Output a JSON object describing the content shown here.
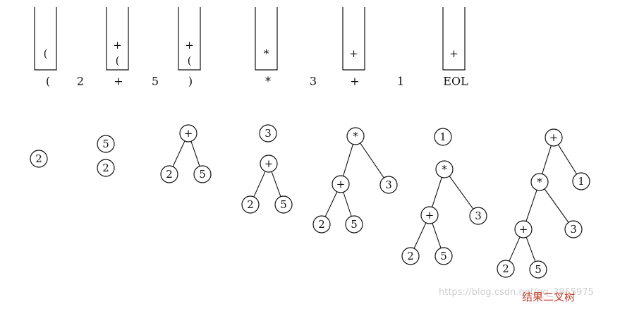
{
  "stacks": [
    {
      "items": [
        "("
      ]
    },
    {
      "items": [
        "+",
        "("
      ]
    },
    {
      "items": [
        "+",
        "("
      ]
    },
    {
      "items": [
        "*"
      ]
    },
    {
      "items": [
        "+"
      ]
    },
    {
      "items": [
        "+"
      ]
    }
  ],
  "tokens": [
    "(",
    "2",
    "+",
    "5",
    ")",
    "*",
    "3",
    "+",
    "1",
    "EOL"
  ],
  "forests": [
    [
      {
        "label": "2",
        "children": []
      }
    ],
    [
      {
        "label": "5",
        "children": []
      },
      {
        "label": "2",
        "children": []
      }
    ],
    [
      {
        "label": "+",
        "children": [
          {
            "label": "2",
            "children": []
          },
          {
            "label": "5",
            "children": []
          }
        ]
      }
    ],
    [
      {
        "label": "3",
        "children": []
      },
      {
        "label": "+",
        "children": [
          {
            "label": "2",
            "children": []
          },
          {
            "label": "5",
            "children": []
          }
        ]
      }
    ],
    [
      {
        "label": "*",
        "children": [
          {
            "label": "+",
            "children": [
              {
                "label": "2",
                "children": []
              },
              {
                "label": "5",
                "children": []
              }
            ]
          },
          {
            "label": "3",
            "children": []
          }
        ]
      }
    ],
    [
      {
        "label": "1",
        "children": []
      },
      {
        "label": "*",
        "children": [
          {
            "label": "+",
            "children": [
              {
                "label": "2",
                "children": []
              },
              {
                "label": "5",
                "children": []
              }
            ]
          },
          {
            "label": "3",
            "children": []
          }
        ]
      }
    ],
    [
      {
        "label": "+",
        "children": [
          {
            "label": "*",
            "children": [
              {
                "label": "+",
                "children": [
                  {
                    "label": "2",
                    "children": []
                  },
                  {
                    "label": "5",
                    "children": []
                  }
                ]
              },
              {
                "label": "3",
                "children": []
              }
            ]
          },
          {
            "label": "1",
            "children": []
          }
        ]
      }
    ]
  ],
  "watermark": "https://blog.csdn.net/qq_3955975",
  "caption": "结果二叉树"
}
